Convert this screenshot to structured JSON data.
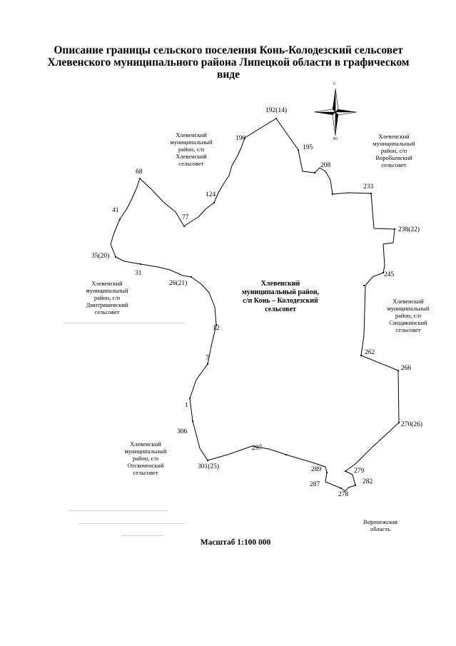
{
  "title": {
    "line1": "Описание границы сельского поселения Конь-Колодезский сельсовет",
    "line2": "Хлевенского муниципального района Липецкой области в графическом",
    "line3": "виде"
  },
  "neighbors": [
    {
      "key": "hlevensky",
      "lines": [
        "Хлевенский",
        "муниципальный",
        "район, с/п",
        "Хлевенский",
        "сельсовет"
      ]
    },
    {
      "key": "vorobievsky",
      "lines": [
        "Хлевенский",
        "муниципальный",
        "район, с/п",
        "Воробьевский",
        "сельсовет"
      ]
    },
    {
      "key": "dmitryashevsky",
      "lines": [
        "Хлевенский",
        "муниципальный",
        "район, с/п",
        "Дмитряшевский",
        "сельсовет"
      ]
    },
    {
      "key": "sindyakinsky",
      "lines": [
        "Хлевенский",
        "муниципальный",
        "район, с/п",
        "Синдякинский",
        "сельсовет"
      ]
    },
    {
      "key": "otskochensky",
      "lines": [
        "Хлевенский",
        "муниципальный",
        "район, с/п",
        "Отскоченский",
        "сельсовет"
      ]
    },
    {
      "key": "voronezh",
      "lines": [
        "Воронежская",
        "область"
      ]
    }
  ],
  "center": {
    "lines": [
      "Хлевенский",
      "муниципальный район,",
      "с/п Конь – Колодезский",
      "сельсовет"
    ]
  },
  "scale": "Масштаб 1:100 000",
  "compass": {
    "north": "С",
    "south": "Ю",
    "icon": "compass-rose-icon"
  },
  "points": [
    "192(14)",
    "190",
    "195",
    "208",
    "233",
    "238(22)",
    "245",
    "262",
    "266",
    "270(26)",
    "279",
    "282",
    "278",
    "287",
    "289",
    "297",
    "301(25)",
    "306",
    "1",
    "7",
    "12",
    "26(21)",
    "31",
    "35(20)",
    "41",
    "68",
    "77",
    "124"
  ]
}
